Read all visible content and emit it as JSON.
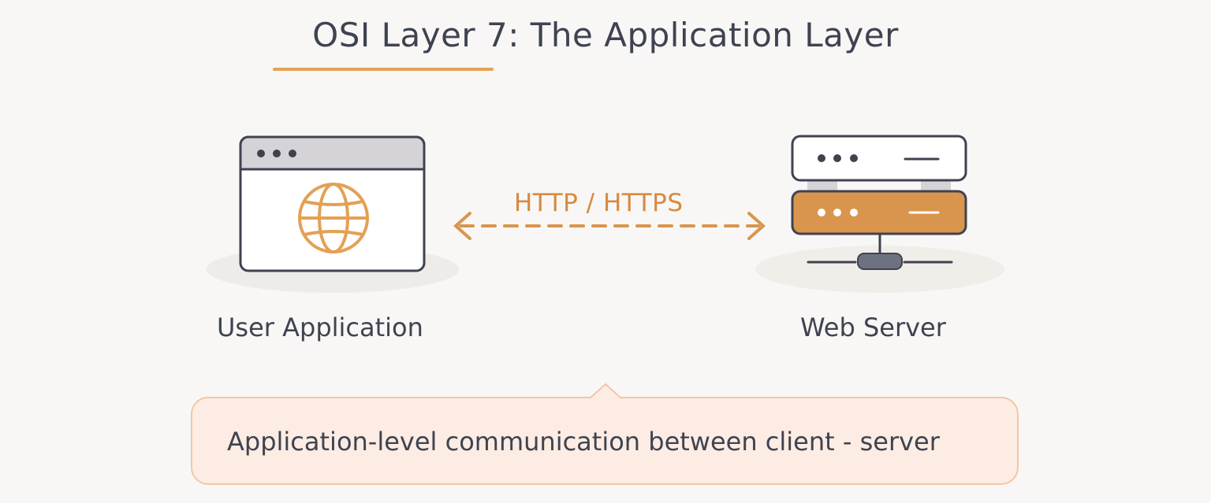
{
  "title": "OSI Layer 7: The Application Layer",
  "left_node": {
    "label": "User Application",
    "icon": "browser-globe-icon"
  },
  "right_node": {
    "label": "Web Server",
    "icon": "server-rack-icon"
  },
  "connection": {
    "label": "HTTP / HTTPS",
    "style": "dashed-bidirectional"
  },
  "caption": {
    "part1": "Application-level",
    "part2": " communication between client - server"
  },
  "colors": {
    "accent": "#e3a155",
    "text": "#3f4350",
    "server_highlight": "#d9954e",
    "callout_bg": "#fcece3",
    "callout_border": "#f3c6a6"
  }
}
